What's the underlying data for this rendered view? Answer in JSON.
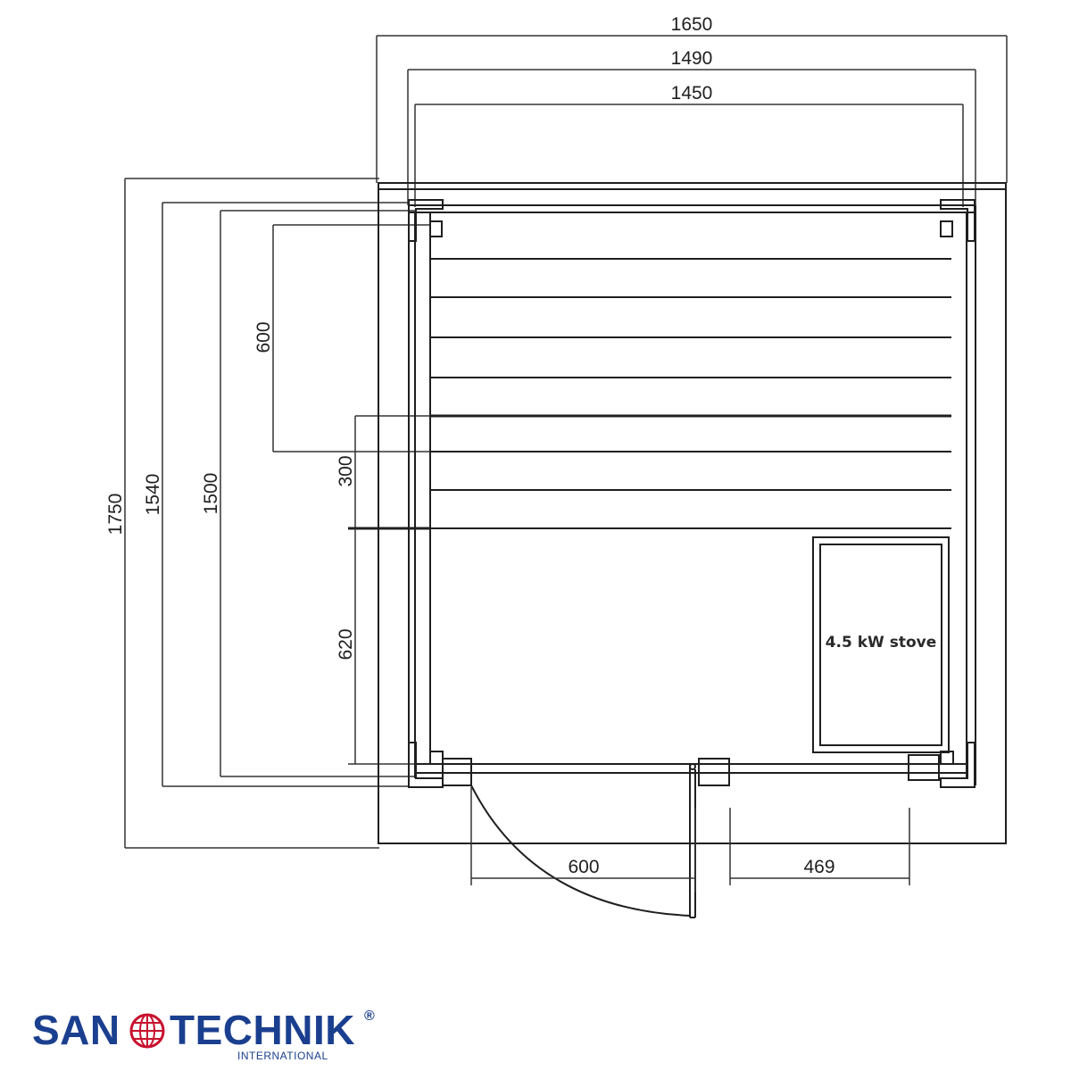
{
  "dimensions": {
    "outer_width": "1650",
    "cabin_width": "1490",
    "inner_width": "1450",
    "outer_depth": "1750",
    "cabin_depth": "1540",
    "inner_depth": "1500",
    "upper_bench": "600",
    "lower_bench": "300",
    "bench_to_wall": "620",
    "door_width": "600",
    "side_glass": "469"
  },
  "stove": {
    "label": "4.5 kW stove"
  },
  "logo": {
    "part1": "SAN",
    "part2": "TECHNIK",
    "registered": "®",
    "subtitle": "INTERNATIONAL",
    "color": "#1b3f8f",
    "globe_color": "#c8102e"
  }
}
